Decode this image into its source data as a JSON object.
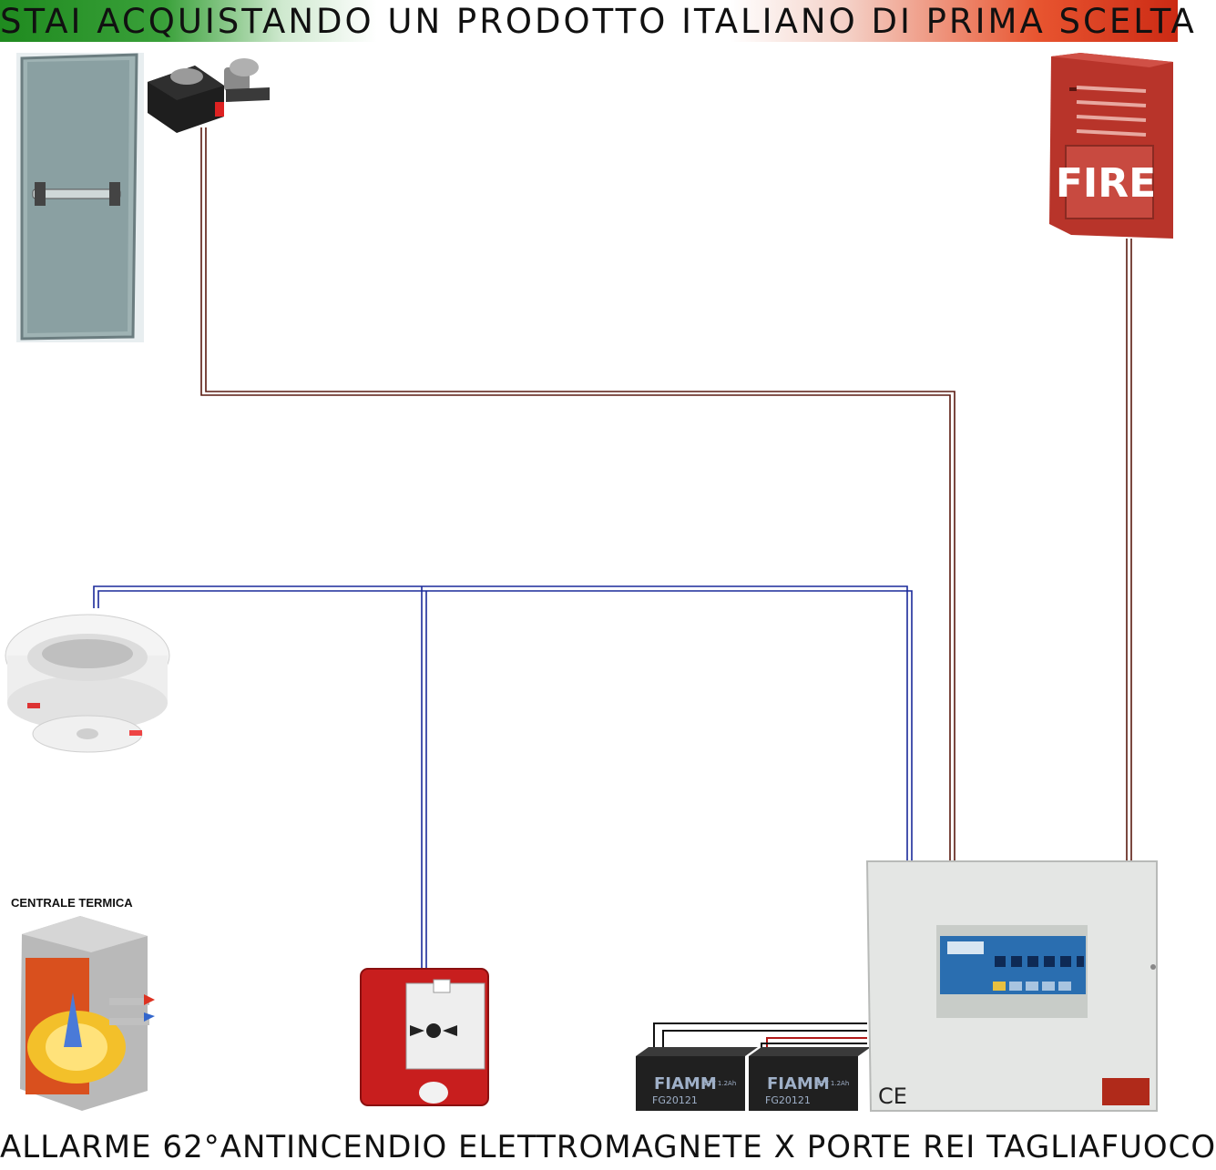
{
  "header": {
    "banner_text": "STAI ACQUISTANDO UN PRODOTTO ITALIANO DI PRIMA SCELTA"
  },
  "footer": {
    "title": "ALLARME 62°ANTINCENDIO ELETTROMAGNETE X PORTE REI TAGLIAFUOCO"
  },
  "components": {
    "siren_label": "FIRE",
    "boiler_label": "CENTRALE TERMICA",
    "battery_brand": "FIAMM",
    "battery_model": "FG20121",
    "battery_spec": "12V 1.2Ah",
    "panel_mark": "CE"
  },
  "colors": {
    "banner_green": "#1f8a1f",
    "banner_red": "#cc2a14",
    "wire_brown": "#5a1a10",
    "wire_blue": "#1a2a9a",
    "siren_red": "#b8342a",
    "callpoint_red": "#c81e1e"
  }
}
